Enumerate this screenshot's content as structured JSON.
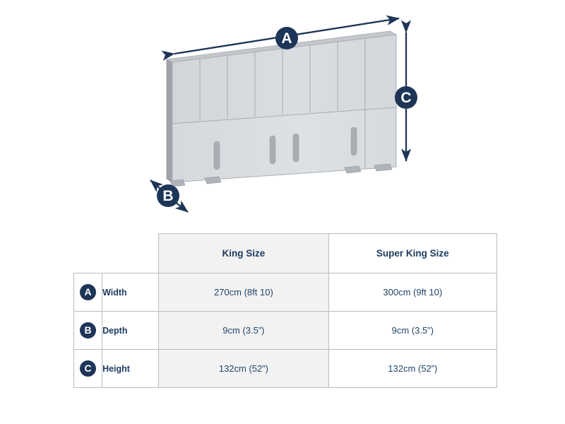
{
  "diagram": {
    "alt": "3D line drawing of an upholstered bed headboard shown in perspective with three labelled dimension arrows",
    "product": "Headboard",
    "markers": [
      {
        "id": "A",
        "letter": "A",
        "dimension": "Width",
        "arrow": "double-horizontal",
        "position": "top"
      },
      {
        "id": "B",
        "letter": "B",
        "dimension": "Depth",
        "arrow": "double-diagonal",
        "position": "bottom-left"
      },
      {
        "id": "C",
        "letter": "C",
        "dimension": "Height",
        "arrow": "double-vertical",
        "position": "right"
      }
    ],
    "colors": {
      "badge_fill": "#1d3557",
      "badge_text": "#ffffff",
      "arrow": "#1d3557",
      "panel_face": "#d6d9dd",
      "panel_face_light": "#dfe2e5",
      "panel_top": "#c6c9cd",
      "panel_edge": "#9aa0a6",
      "panel_line": "#a9b0b6",
      "slot": "#a8aeb4",
      "foot": "#aeb4ba"
    },
    "upper_panel_count": 8,
    "slot_count": 4,
    "foot_count": 4
  },
  "table": {
    "header": {
      "spacer_badge": "",
      "spacer_label": "",
      "columns": [
        "King Size",
        "Super King Size"
      ]
    },
    "rows": [
      {
        "badge": "A",
        "label": "Width",
        "king": "270cm (8ft 10)",
        "super_king": "300cm (9ft 10)"
      },
      {
        "badge": "B",
        "label": "Depth",
        "king": "9cm (3.5”)",
        "super_king": "9cm (3.5”)"
      },
      {
        "badge": "C",
        "label": "Height",
        "king": "132cm (52”)",
        "super_king": "132cm (52”)"
      }
    ],
    "colors": {
      "text": "#22456b",
      "header_text": "#1d3a5f",
      "border": "#b9bcc2",
      "shaded_column_bg": "#f2f2f2",
      "plain_column_bg": "#ffffff"
    }
  }
}
